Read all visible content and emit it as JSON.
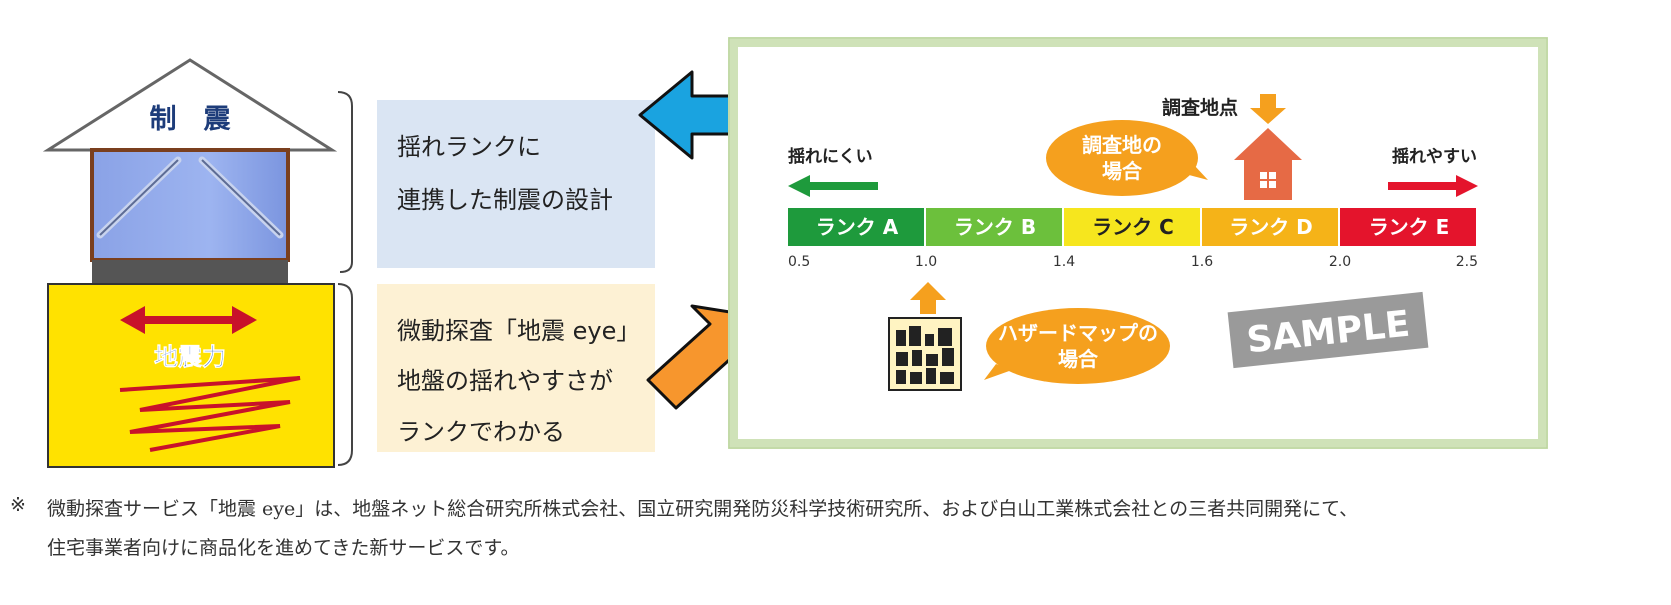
{
  "house": {
    "roof_label": "制　震",
    "ground_label": "地震力"
  },
  "boxes": {
    "top": {
      "line1": "揺れランクに",
      "line2": "連携した制震の設計"
    },
    "bottom": {
      "line1": "微動探査「地震 eye」",
      "line2": "地盤の揺れやすさが",
      "line3": "ランクでわかる"
    }
  },
  "panel": {
    "survey_point_label": "調査地点",
    "survey_bubble": [
      "調査地の",
      "場合"
    ],
    "hazard_bubble": [
      "ハザードマップの",
      "場合"
    ],
    "left_direction": "揺れにくい",
    "right_direction": "揺れやすい",
    "ranks": [
      {
        "label": "ランク A",
        "color": "#1e9a3c"
      },
      {
        "label": "ランク B",
        "color": "#6cc03c"
      },
      {
        "label": "ランク C",
        "color": "#f6e61e"
      },
      {
        "label": "ランク D",
        "color": "#f5b318"
      },
      {
        "label": "ランク E",
        "color": "#e4142c"
      }
    ],
    "scale_ticks": [
      "0.5",
      "1.0",
      "1.4",
      "1.6",
      "2.0",
      "2.5"
    ],
    "sample_stamp": "SAMPLE"
  },
  "footnote": {
    "mark": "※",
    "line1": "微動探査サービス「地震 eye」は、地盤ネット総合研究所株式会社、国立研究開発防災科学技術研究所、および白山工業株式会社との三者共同開発にて、",
    "line2": "住宅事業者向けに商品化を進めてきた新サービスです。"
  },
  "colors": {
    "blue_arrow": "#1aa3e0",
    "orange_arrow": "#f7962d",
    "top_box": "#dae5f3",
    "bottom_box": "#fdf1d4",
    "ground": "#ffe200",
    "panel_border": "#cfe2b8",
    "house_roof": "#e66a45"
  }
}
